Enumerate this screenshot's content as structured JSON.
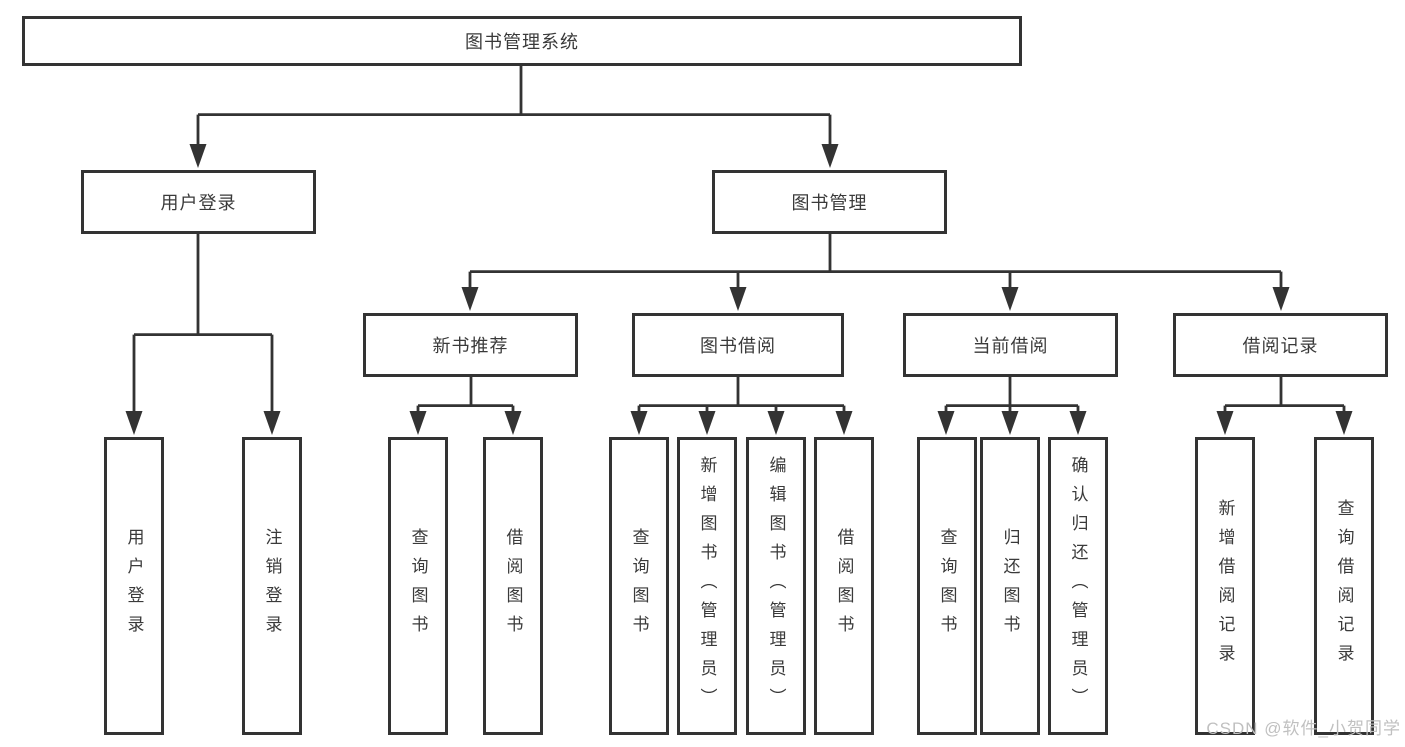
{
  "diagram": {
    "root": {
      "label": "图书管理系统"
    },
    "level2": {
      "user_login": {
        "label": "用户登录"
      },
      "book_management": {
        "label": "图书管理"
      }
    },
    "level3": {
      "new_books": {
        "label": "新书推荐"
      },
      "book_borrowing": {
        "label": "图书借阅"
      },
      "current_borrowing": {
        "label": "当前借阅"
      },
      "borrowing_records": {
        "label": "借阅记录"
      }
    },
    "leaves": {
      "user_login": "用户登录",
      "logout": "注销登录",
      "nb_search_books": "查询图书",
      "nb_borrow_books": "借阅图书",
      "bb_search_books": "查询图书",
      "bb_add_books_admin": "新增图书（管理员）",
      "bb_edit_books_admin": "编辑图书（管理员）",
      "bb_borrow_books": "借阅图书",
      "cb_search_books": "查询图书",
      "cb_return_books": "归还图书",
      "cb_confirm_return_admin": "确认归还（管理员）",
      "br_add_record": "新增借阅记录",
      "br_search_record": "查询借阅记录"
    }
  },
  "watermark": {
    "text": "CSDN @软件_小贺同学"
  },
  "colors": {
    "line": "#333333",
    "text": "#3a3a3a",
    "watermark": "#c0c0c0",
    "background": "#ffffff"
  }
}
